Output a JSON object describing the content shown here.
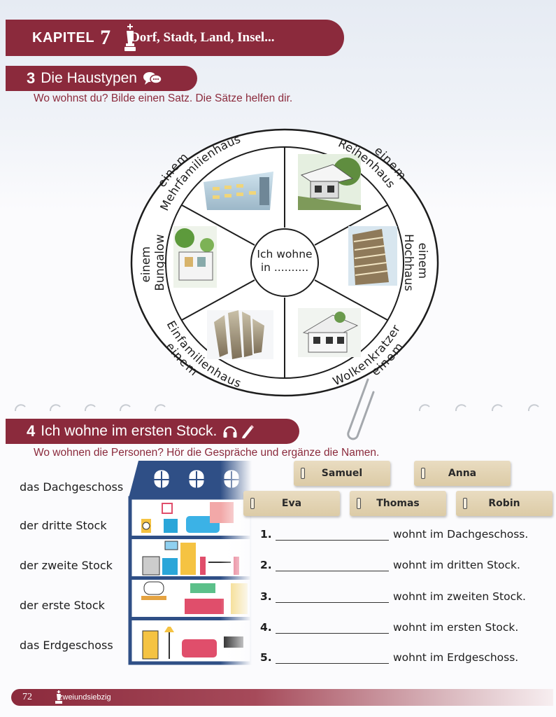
{
  "chapter": {
    "label": "KAPITEL",
    "number": "7",
    "title": "Dorf, Stadt, Land, Insel..."
  },
  "section3": {
    "number": "3",
    "title": "Die Haustypen",
    "instruction": "Wo wohnst du? Bilde einen Satz. Die Sätze helfen dir.",
    "wheel": {
      "center": [
        "Ich wohne",
        "in .........."
      ],
      "segments": [
        {
          "article": "einem",
          "type": "Mehrfamilienhaus"
        },
        {
          "article": "einem",
          "type": "Reihenhaus"
        },
        {
          "article": "einem",
          "type": "Hochhaus"
        },
        {
          "article": "einem",
          "type": "Einfamilienhaus"
        },
        {
          "article": "einem",
          "type": "Wolkenkratzer"
        },
        {
          "article": "einem",
          "type": "Bungalow"
        }
      ]
    }
  },
  "section4": {
    "number": "4",
    "title": "Ich wohne im ersten Stock.",
    "instruction": "Wo wohnen die Personen? Hör die Gespräche und ergänze die Namen.",
    "floors": [
      "das Dachgeschoss",
      "der dritte Stock",
      "der zweite Stock",
      "der erste Stock",
      "das Erdgeschoss"
    ],
    "names": [
      "Samuel",
      "Anna",
      "Eva",
      "Thomas",
      "Robin"
    ],
    "sentences": [
      {
        "num": "1.",
        "text": "wohnt im Dachgeschoss."
      },
      {
        "num": "2.",
        "text": "wohnt im dritten Stock."
      },
      {
        "num": "3.",
        "text": "wohnt im zweiten Stock."
      },
      {
        "num": "4.",
        "text": "wohnt im ersten Stock."
      },
      {
        "num": "5.",
        "text": "wohnt im Erdgeschoss."
      }
    ]
  },
  "footer": {
    "page_number": "72",
    "page_word": "zweiundsiebzig"
  },
  "colors": {
    "accent": "#8b2a3c",
    "card": "#e2d3b3",
    "house_blue": "#2f4f86"
  }
}
